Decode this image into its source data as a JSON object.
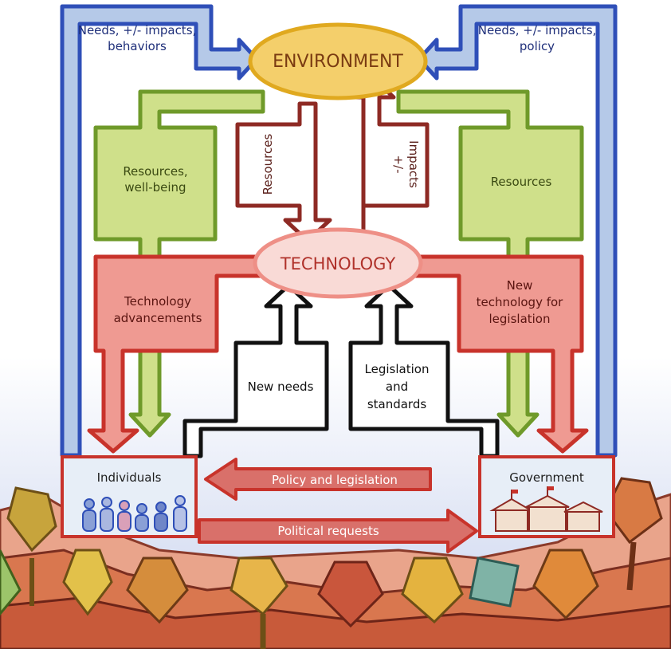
{
  "nodes": {
    "environment": "ENVIRONMENT",
    "technology": "TECHNOLOGY",
    "individuals": "Individuals",
    "government": "Government"
  },
  "flows": {
    "top_left": [
      "Needs, +/- impacts,",
      "behaviors"
    ],
    "top_right": [
      "Needs, +/- impacts,",
      "policy"
    ],
    "green_left": [
      "Resources,",
      "well-being"
    ],
    "green_right": [
      "Resources"
    ],
    "resources_down": "Resources",
    "impacts_up": [
      "+/-",
      "Impacts"
    ],
    "red_left": [
      "Technology",
      "advancements"
    ],
    "red_right": [
      "New",
      "technology for",
      "legislation"
    ],
    "new_needs": "New needs",
    "legislation": [
      "Legislation",
      "and",
      "standards"
    ],
    "policy": "Policy and legislation",
    "political": "Political requests"
  },
  "colors": {
    "blue_fill": "#b5c9e8",
    "blue_stroke": "#2f4fb8",
    "green_fill": "#cfe08a",
    "green_stroke": "#6f9a2a",
    "red_fill": "#ef9a92",
    "red_stroke": "#c8332b",
    "brown_stroke": "#8e2a24",
    "env_fill": "#f4cf6b",
    "env_stroke": "#e0a91f",
    "tech_fill": "#f9dad6",
    "tech_stroke": "#ee8f86",
    "text_blue": "#1f2f7a",
    "text_dark": "#1d1d1d"
  }
}
